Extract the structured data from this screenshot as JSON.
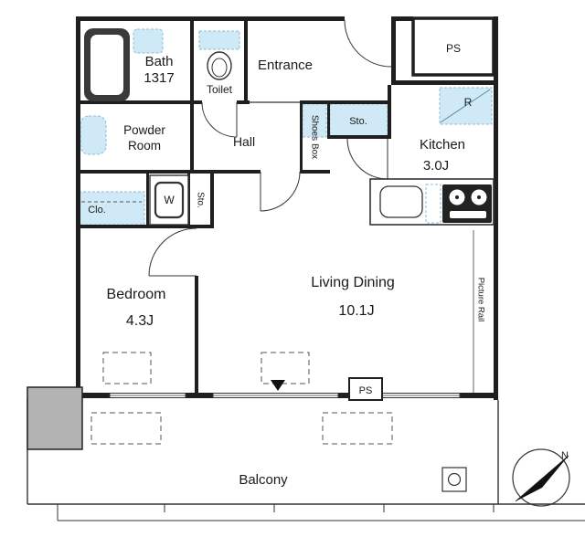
{
  "colors": {
    "highlight": "#cfe9f6",
    "highlight_border": "#8fbdd6",
    "wall": "#1f1f1f",
    "pillar": "#b3b3b3"
  },
  "labels": {
    "bath": "Bath",
    "bath_size": "1317",
    "toilet": "Toilet",
    "entrance": "Entrance",
    "ps_top": "PS",
    "powder_line1": "Powder",
    "powder_line2": "Room",
    "hall": "Hall",
    "shoes_box": "Shoes Box",
    "sto_upper": "Sto.",
    "kitchen": "Kitchen",
    "kitchen_size": "3.0J",
    "fridge": "R",
    "washer": "W",
    "sto_mid": "Sto.",
    "closet": "Clo.",
    "bedroom": "Bedroom",
    "bedroom_size": "4.3J",
    "living_dining": "Living Dining",
    "living_size": "10.1J",
    "picture_rail": "Picture Rail",
    "ps_bottom": "PS",
    "balcony": "Balcony",
    "compass_north": "N"
  }
}
